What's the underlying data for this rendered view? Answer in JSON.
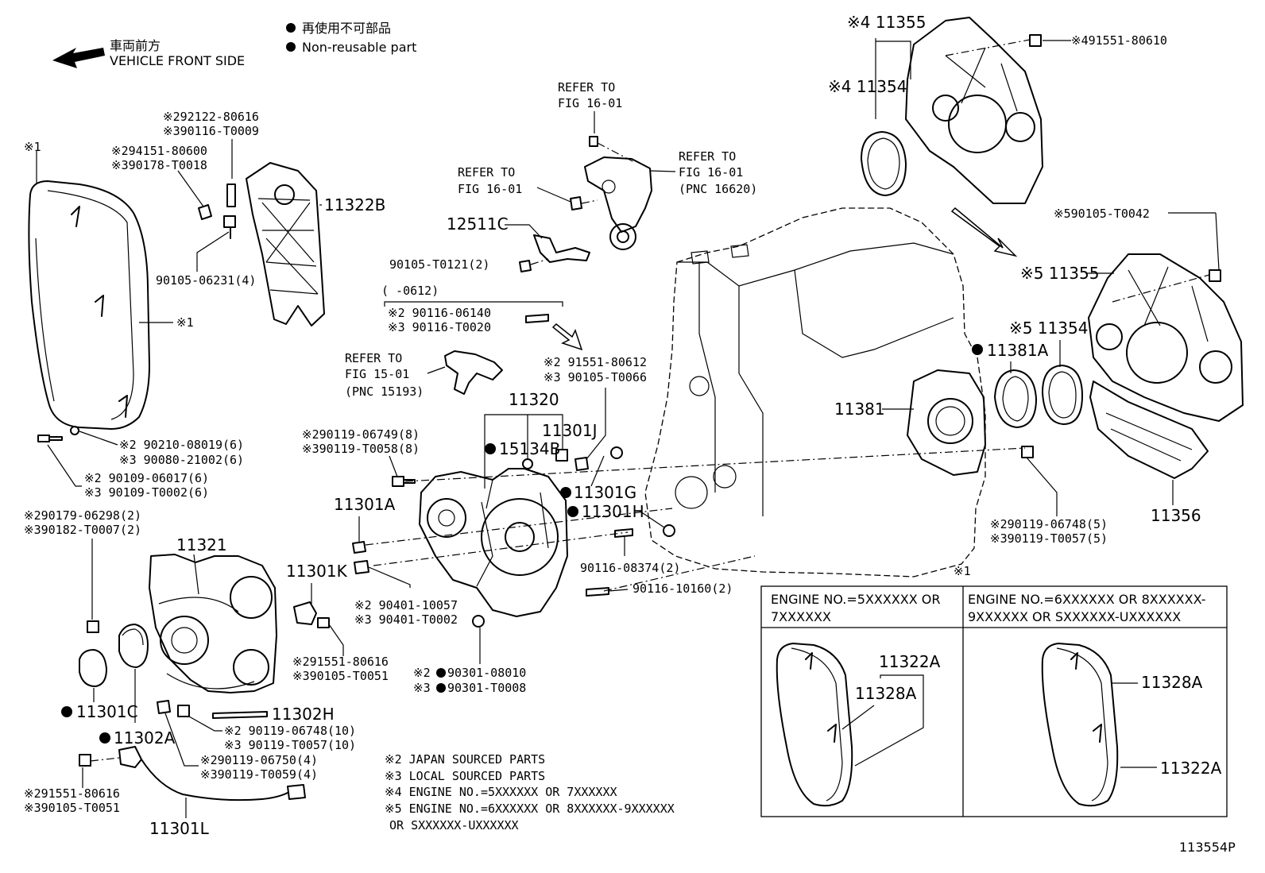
{
  "legend": {
    "non_reusable_ja": "再使用不可部品",
    "non_reusable_en": "Non-reusable part",
    "front_ja": "車両前方",
    "front_en": "VEHICLE FRONT SIDE"
  },
  "notes": {
    "n1": "※2 JAPAN SOURCED PARTS",
    "n2": "※3 LOCAL SOURCED PARTS",
    "n3": "※4 ENGINE NO.=5XXXXXX OR 7XXXXXX",
    "n4": "※5 ENGINE NO.=6XXXXXX OR 8XXXXXX-9XXXXXX",
    "n5": "OR SXXXXXX-UXXXXXX"
  },
  "inset": {
    "mark": "※1",
    "left_header_1": "ENGINE NO.=5XXXXXX OR",
    "left_header_2": "7XXXXXX",
    "right_header_1": "ENGINE NO.=6XXXXXX OR 8XXXXXX-",
    "right_header_2": "9XXXXXX OR SXXXXXX-UXXXXXX",
    "l_11322A": "11322A",
    "l_11328A": "11328A",
    "r_11328A": "11328A",
    "r_11322A": "11322A"
  },
  "figure_id": "113554P",
  "labels": {
    "m1a": "※1",
    "m1b": "※1",
    "b292122": "※292122-80616",
    "b390116": "※390116-T0009",
    "b294151": "※294151-80600",
    "b390178": "※390178-T0018",
    "p90105_06231": "90105-06231(4)",
    "p11322B": "11322B",
    "refer1a": "REFER TO",
    "refer1b": "FIG 16-01",
    "refer2a": "REFER TO",
    "refer2b": "FIG 16-01",
    "refer3a": "REFER TO",
    "refer3b": "FIG 16-01",
    "refer3c": "(PNC 16620)",
    "p12511C": "12511C",
    "p90105_T0121": "90105-T0121(2)",
    "range": "(      -0612)",
    "p2_90116_06140": "※2 90116-06140",
    "p3_90116_T0020": "※3 90116-T0020",
    "refer4a": "REFER TO",
    "refer4b": "FIG 15-01",
    "refer4c": "(PNC 15193)",
    "p2_91551_80612": "※2 91551-80612",
    "p3_90105_T0066": "※3 90105-T0066",
    "p11320": "11320",
    "p11301J": "11301J",
    "p15134B": "15134B",
    "p2_90119_06749": "※290119-06749(8)",
    "p3_90119_T0058": "※390119-T0058(8)",
    "p2_90210": "※2 90210-08019(6)",
    "p3_90080": "※3 90080-21002(6)",
    "p2_90109": "※2 90109-06017(6)",
    "p3_90109": "※3 90109-T0002(6)",
    "p2_90179": "※290179-06298(2)",
    "p3_90182": "※390182-T0007(2)",
    "p11301A": "11301A",
    "p11301G": "11301G",
    "p11301H": "11301H",
    "p90116_08374": "90116-08374(2)",
    "p90116_10160": "90116-10160(2)",
    "p11321": "11321",
    "p11301K": "11301K",
    "p2_90401": "※2 90401-10057",
    "p3_90401": "※3 90401-T0002",
    "p291551_80616a": "※291551-80616",
    "p390105_T0051a": "※390105-T0051",
    "p2_90301": "※2",
    "p2_90301b": "90301-08010",
    "p3_90301": "※3",
    "p3_90301b": "90301-T0008",
    "p11301C": "11301C",
    "p11302A": "11302A",
    "p11302H": "11302H",
    "p2_90119_06748_10": "※2 90119-06748(10)",
    "p3_90119_T0057_10": "※3 90119-T0057(10)",
    "p2_90119_06750": "※290119-06750(4)",
    "p3_90119_T0059": "※390119-T0059(4)",
    "p291551_80616b": "※291551-80616",
    "p390105_T0051b": "※390105-T0051",
    "p11301L": "11301L",
    "m4_11355": "※4 11355",
    "m4_11354": "※4 11354",
    "m4_91551": "※491551-80610",
    "m5_90105": "※590105-T0042",
    "m5_11355": "※5 11355",
    "m5_11354": "※5 11354",
    "p11381A": "11381A",
    "p11381": "11381",
    "p11356": "11356",
    "p2_90119_06748_5": "※290119-06748(5)",
    "p3_90119_T0057_5": "※390119-T0057(5)"
  }
}
